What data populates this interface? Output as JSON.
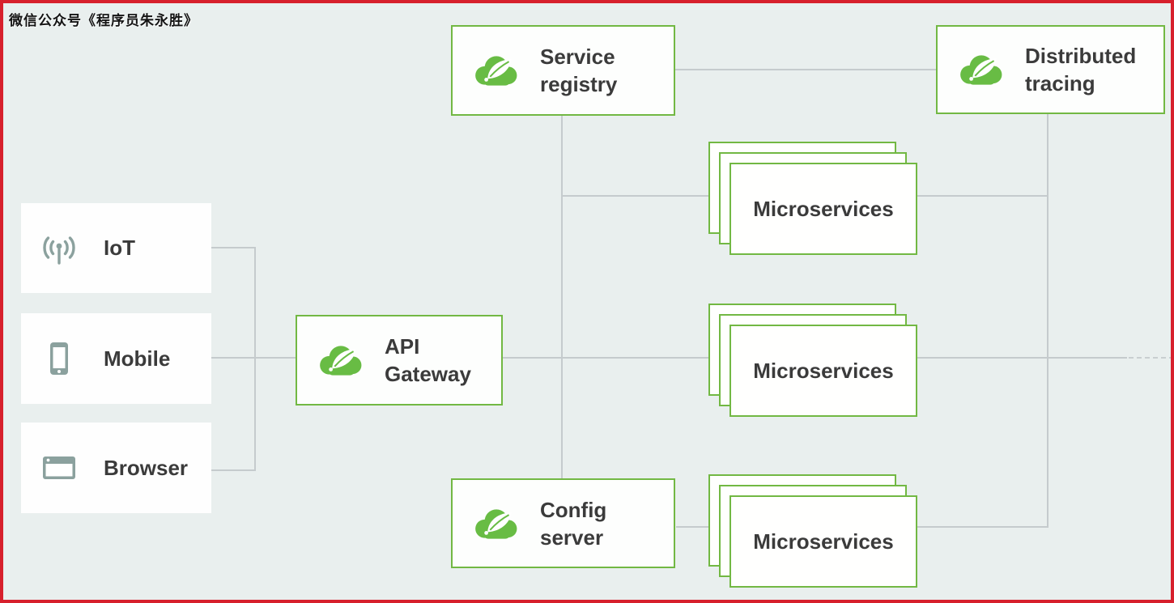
{
  "watermark": "微信公众号《程序员朱永胜》",
  "colors": {
    "background": "#e9efee",
    "frame_red": "#d7202c",
    "spring_green": "#68bc44",
    "box_border_green": "#72b843",
    "connector_gray": "#c5cbcd",
    "label_text": "#3b3b3b",
    "client_icon_sage": "#8ba19e"
  },
  "services": {
    "service_registry": {
      "label": "Service registry",
      "icon": "spring-cloud-icon"
    },
    "distributed_tracing": {
      "label": "Distributed tracing",
      "icon": "spring-cloud-icon"
    },
    "api_gateway": {
      "label": "API Gateway",
      "icon": "spring-cloud-icon"
    },
    "config_server": {
      "label": "Config server",
      "icon": "spring-cloud-icon"
    }
  },
  "clients": [
    {
      "label": "IoT",
      "icon": "iot-antenna-icon"
    },
    {
      "label": "Mobile",
      "icon": "mobile-phone-icon"
    },
    {
      "label": "Browser",
      "icon": "browser-window-icon"
    }
  ],
  "microservices_stacks": [
    {
      "label": "Microservices",
      "cards": 3
    },
    {
      "label": "Microservices",
      "cards": 3
    },
    {
      "label": "Microservices",
      "cards": 3
    }
  ]
}
